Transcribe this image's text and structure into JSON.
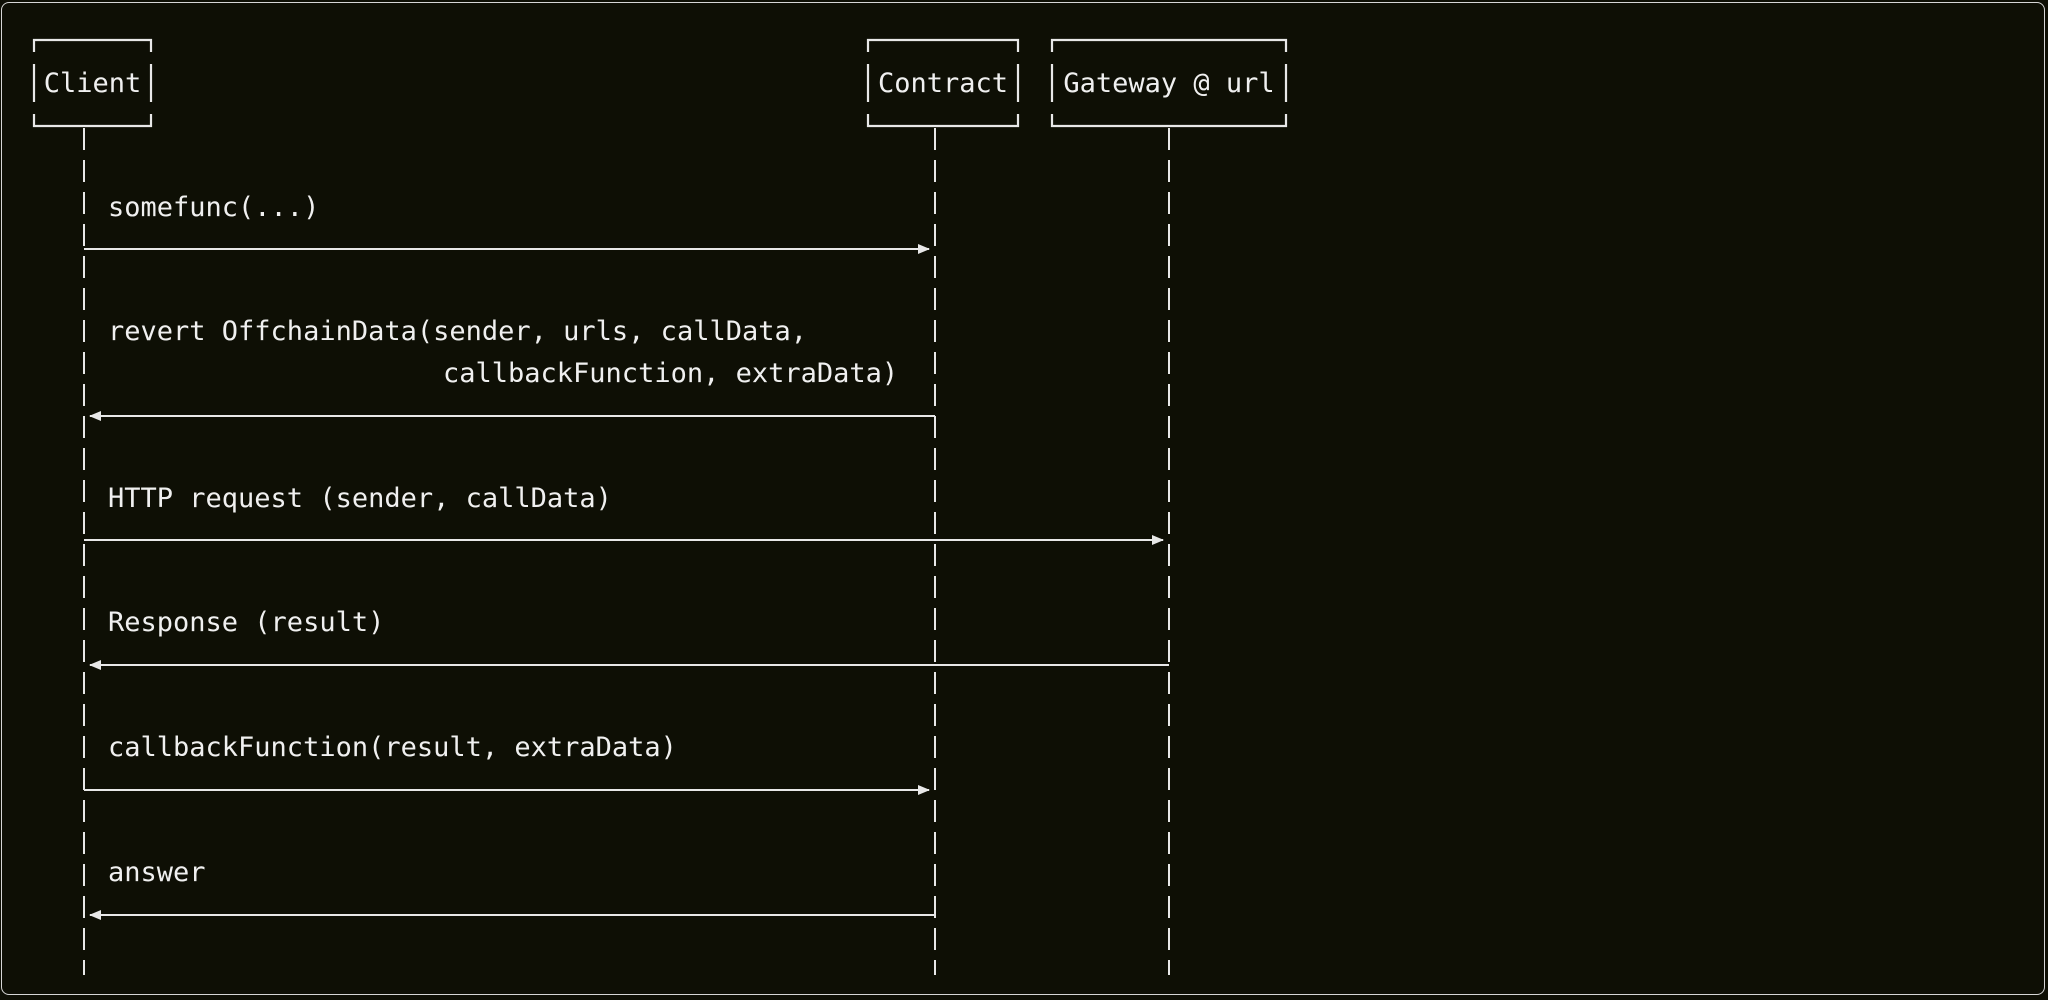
{
  "participants": [
    {
      "id": "client",
      "label": "Client"
    },
    {
      "id": "contract",
      "label": "Contract"
    },
    {
      "id": "gateway",
      "label": "Gateway @ url"
    }
  ],
  "messages": [
    {
      "from": "client",
      "to": "contract",
      "lines": [
        "somefunc(...)"
      ]
    },
    {
      "from": "contract",
      "to": "client",
      "lines": [
        "revert OffchainData(sender, urls, callData,",
        "callbackFunction, extraData)"
      ]
    },
    {
      "from": "client",
      "to": "gateway",
      "lines": [
        "HTTP request (sender, callData)"
      ]
    },
    {
      "from": "gateway",
      "to": "client",
      "lines": [
        "Response (result)"
      ]
    },
    {
      "from": "client",
      "to": "contract",
      "lines": [
        "callbackFunction(result, extraData)"
      ]
    },
    {
      "from": "contract",
      "to": "client",
      "lines": [
        "answer"
      ]
    }
  ],
  "colors": {
    "background": "#0e0f05",
    "foreground": "#e8e8e8"
  }
}
